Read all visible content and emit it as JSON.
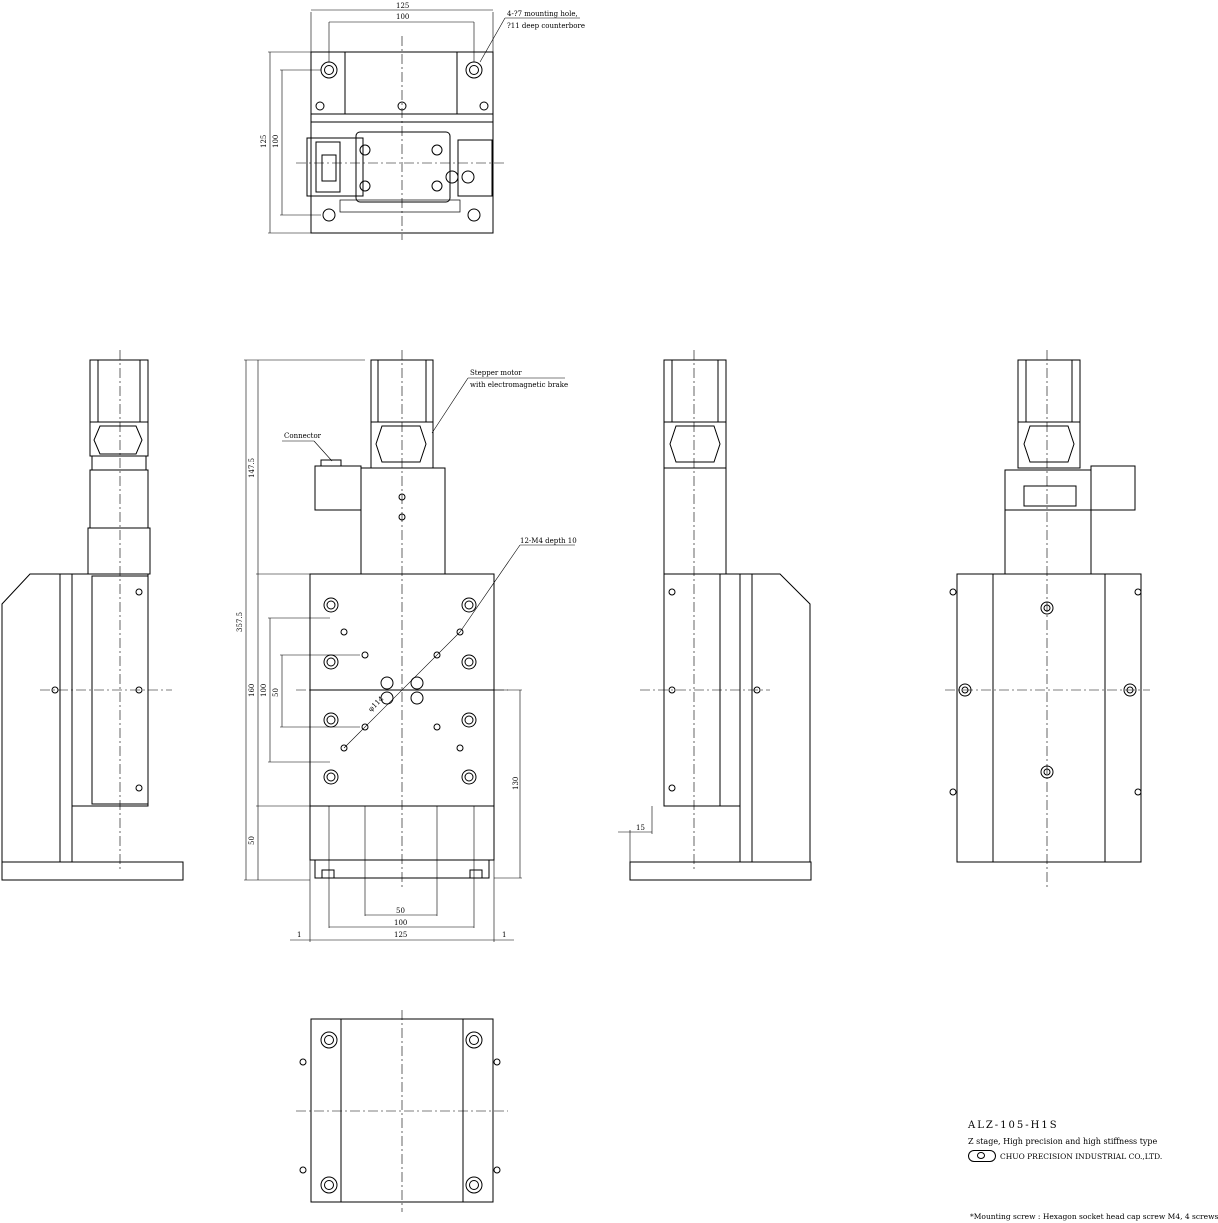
{
  "labels": {
    "mounting_hole_line1": "4-?7 mounting hole,",
    "mounting_hole_line2": "?11 deep counterbore",
    "motor_line1": "Stepper motor",
    "motor_line2": "with electromagnetic brake",
    "connector": "Connector",
    "tapped_holes": "12-M4 depth 10",
    "pcd": "φ114"
  },
  "dimensions": {
    "top_width_outer": "125",
    "top_width_inner": "100",
    "top_height_outer": "125",
    "top_height_inner": "100",
    "front_motor_height": "147.5",
    "front_total_height": "357.5",
    "front_table_height": "160",
    "front_hole_100": "100",
    "front_hole_50": "50",
    "front_base_height": "50",
    "front_right_130": "130",
    "bottom_50": "50",
    "bottom_100": "100",
    "bottom_125": "125",
    "bottom_left_1": "1",
    "bottom_right_1": "1",
    "side_offset_15": "15"
  },
  "title_block": {
    "model": "ALZ-105-H1S",
    "description": "Z stage, High precision and high stiffness type",
    "company": "CHUO PRECISION INDUSTRIAL CO.,LTD."
  },
  "footnote": "*Mounting screw : Hexagon socket head cap screw M4, 4 screws"
}
